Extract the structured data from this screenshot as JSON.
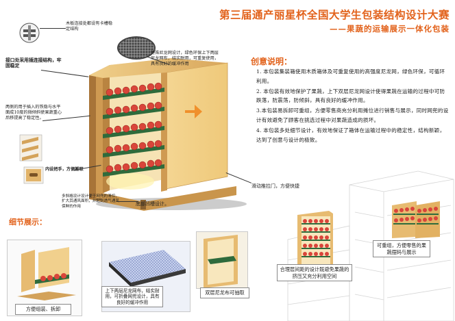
{
  "header": {
    "title": "第三届通产丽星杯全国大学生包装结构设计大赛",
    "subtitle": "——果蔬的运输展示一体化包装"
  },
  "creative": {
    "heading": "创意说明：",
    "items": [
      "1. 本包装集装箱使用木质箱体及可重复使用的高强度尼龙网，绿色环保，可循环利用。",
      "2. 本包装有效地保护了果蔬，上下双层尼龙网设计使得果蔬在运输的过程中可防跌落，防震荡，防倾斜，具有良好的缓冲作用。",
      "3.本包装易拆卸可重组，方便零售商充分利用摊位进行销售与展示，同时网兜的设计有效避免了顾客在挑选过程中对果蔬造成的损坏。",
      "4. 本包装多处细节设计，有效地保证了箱体在运输过程中的稳定性，结构新颖，达到了创意与设计的极致。"
    ]
  },
  "annotations": {
    "bayonet": "木板连接处都设有卡槽稳定结构",
    "nylon_net": "特殊尼龙网设计，绿色环保上下两层尼龙网布，结实耐用，可重复使用，具有良好的缓冲作用",
    "joint": "接口处采用插连接结构，牢固稳定",
    "side_board": "两侧的用于插入的铁隐与水平面成10度的微倾斜使果蔬重心后移提高了稳定性。",
    "handle": "内设把手，方便搬取",
    "groove": "底部凹槽设计。",
    "sliding_door": "滑动推拉门，方便快捷",
    "ventilation": "多斜格设计设计便于网兜的滑扣，扩大其通风面积，并起到透气通风保鲜的作用"
  },
  "details": {
    "heading": "细节展示：",
    "assembly": "方便组装、拆卸",
    "double_net": "上下两层尼龙网布，结实耐用，可折叠网兜设计，具有良好的缓冲作用",
    "drawer": "双层尼龙布可抽取",
    "spacing": "合理层间距的设计既避免果蔬的挤压又充分利用空间",
    "stackable": "可重组，方便零售的果蔬摆码与展示"
  },
  "colors": {
    "accent": "#e2621b",
    "wood": "#e8c07a",
    "net": "#2f6b3c",
    "fruit": "#d9453a"
  },
  "icons": {
    "arrow": "right-arrow-icon"
  }
}
